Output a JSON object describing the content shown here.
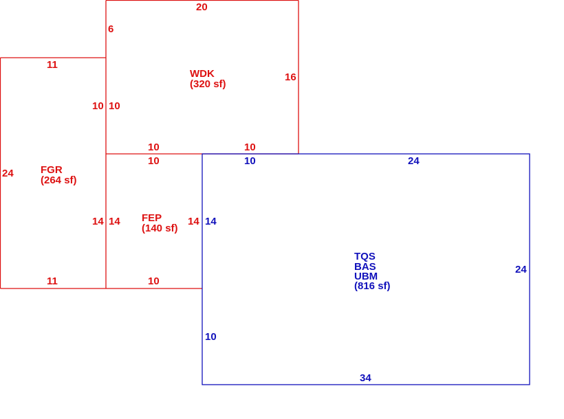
{
  "colors": {
    "addition": "#dd1111",
    "base": "#1111bb",
    "background": "#ffffff"
  },
  "areas": {
    "wdk": {
      "code": "WDK",
      "area": "(320 sf)"
    },
    "fgr": {
      "code": "FGR",
      "area": "(264 sf)"
    },
    "fep": {
      "code": "FEP",
      "area": "(140 sf)"
    },
    "main": {
      "codes": [
        "TQS",
        "BAS",
        "UBM"
      ],
      "area": "(816 sf)"
    }
  },
  "dimensions": {
    "wdk": {
      "top": "20",
      "left_upper": "6",
      "left_lower": "10",
      "right": "16",
      "bottom_left": "10",
      "bottom_right": "10"
    },
    "fgr": {
      "top": "11",
      "left": "24",
      "right": "10",
      "right_lower": "14",
      "bottom": "11"
    },
    "fep": {
      "top": "10",
      "left": "14",
      "right": "14",
      "bottom": "10"
    },
    "main": {
      "top_left": "10",
      "top": "24",
      "left_upper": "14",
      "left_lower": "10",
      "right": "24",
      "bottom": "34"
    }
  }
}
